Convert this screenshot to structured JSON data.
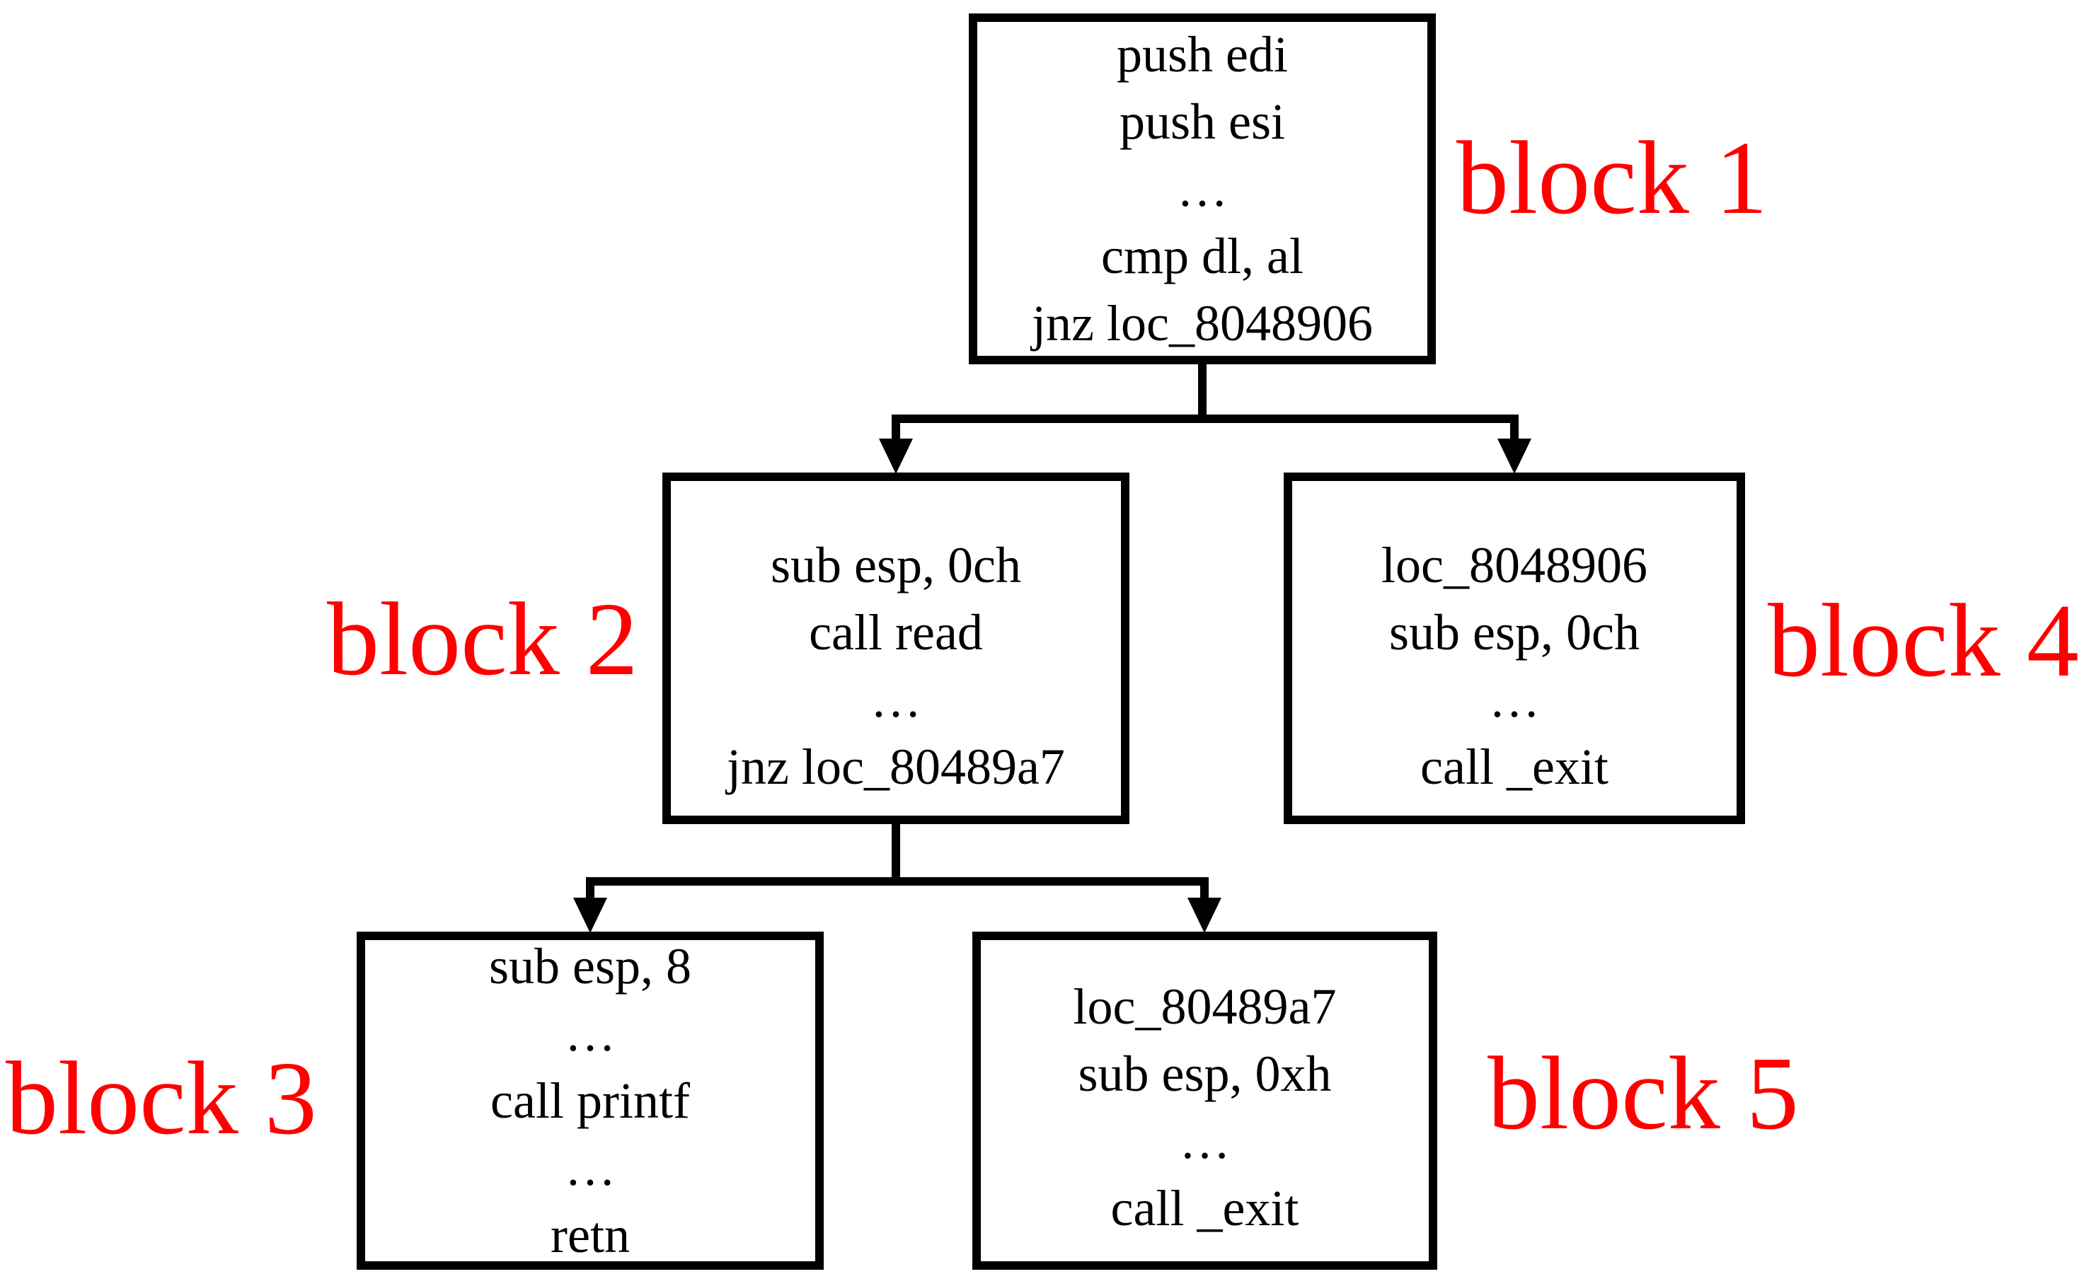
{
  "colors": {
    "background": "#ffffff",
    "line": "#000000",
    "label": "#ff0000"
  },
  "blocks": [
    {
      "name": "block1",
      "label": "block 1",
      "lines": [
        "push edi",
        "push esi",
        "…",
        "cmp dl, al",
        "jnz loc_8048906"
      ]
    },
    {
      "name": "block2",
      "label": "block 2",
      "lines": [
        "sub esp, 0ch",
        "call read",
        "…",
        "jnz loc_80489a7"
      ]
    },
    {
      "name": "block3",
      "label": "block 3",
      "lines": [
        "sub esp, 8",
        "…",
        "call printf",
        "…",
        "retn"
      ]
    },
    {
      "name": "block4",
      "label": "block 4",
      "lines": [
        "loc_8048906",
        "sub esp, 0ch",
        "…",
        "call _exit"
      ]
    },
    {
      "name": "block5",
      "label": "block 5",
      "lines": [
        "loc_80489a7",
        "sub esp, 0xh",
        "…",
        "call _exit"
      ]
    }
  ],
  "edges": [
    {
      "from": "block1",
      "to": [
        "block2",
        "block4"
      ]
    },
    {
      "from": "block2",
      "to": [
        "block3",
        "block5"
      ]
    }
  ]
}
